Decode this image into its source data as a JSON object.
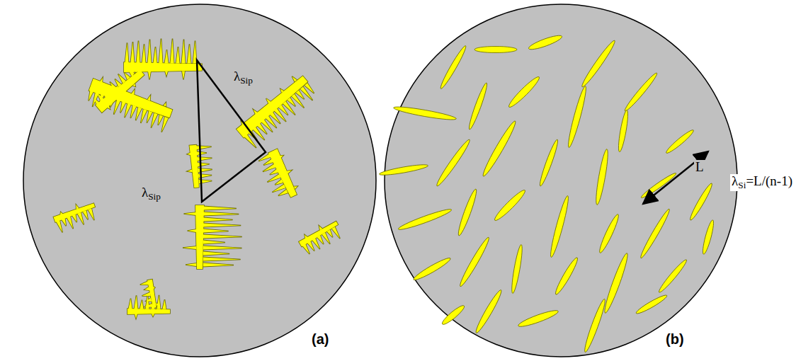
{
  "diagram": {
    "labels": [
      "λSip",
      "λSip",
      "L",
      "λSi=L/(n-1)",
      "(a)",
      "(b)"
    ]
  }
}
